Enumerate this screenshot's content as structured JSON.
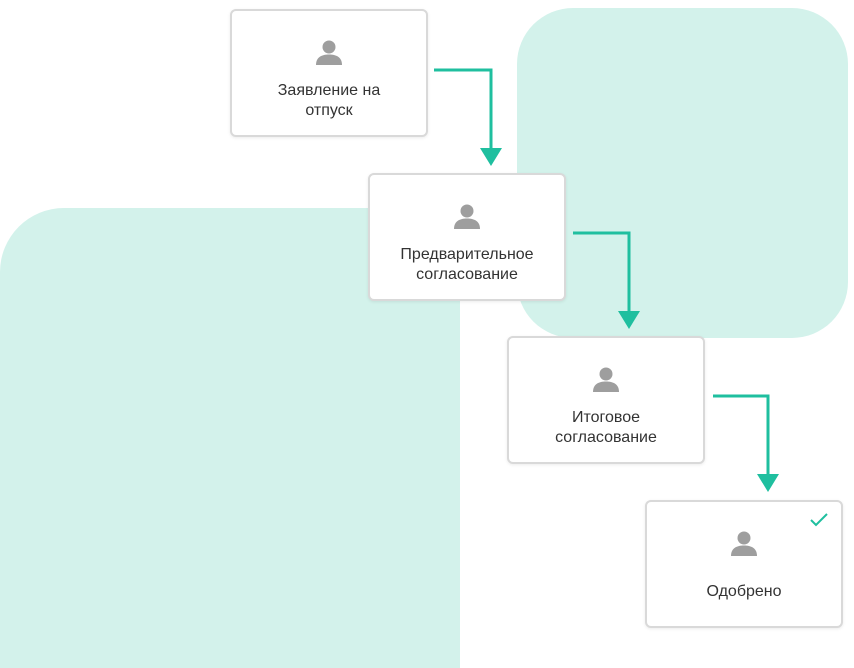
{
  "colors": {
    "accent": "#1fbf9f",
    "background_blob": "#d3f2eb",
    "card_border": "#d9d9d9",
    "icon": "#9e9e9e",
    "text": "#333333"
  },
  "steps": [
    {
      "line1": "Заявление на",
      "line2": "отпуск",
      "icon": "user-icon"
    },
    {
      "line1": "Предварительное",
      "line2": "согласование",
      "icon": "user-icon"
    },
    {
      "line1": "Итоговое",
      "line2": "согласование",
      "icon": "user-icon"
    },
    {
      "line1": "Одобрено",
      "line2": "",
      "icon": "user-icon",
      "completed": true
    }
  ]
}
